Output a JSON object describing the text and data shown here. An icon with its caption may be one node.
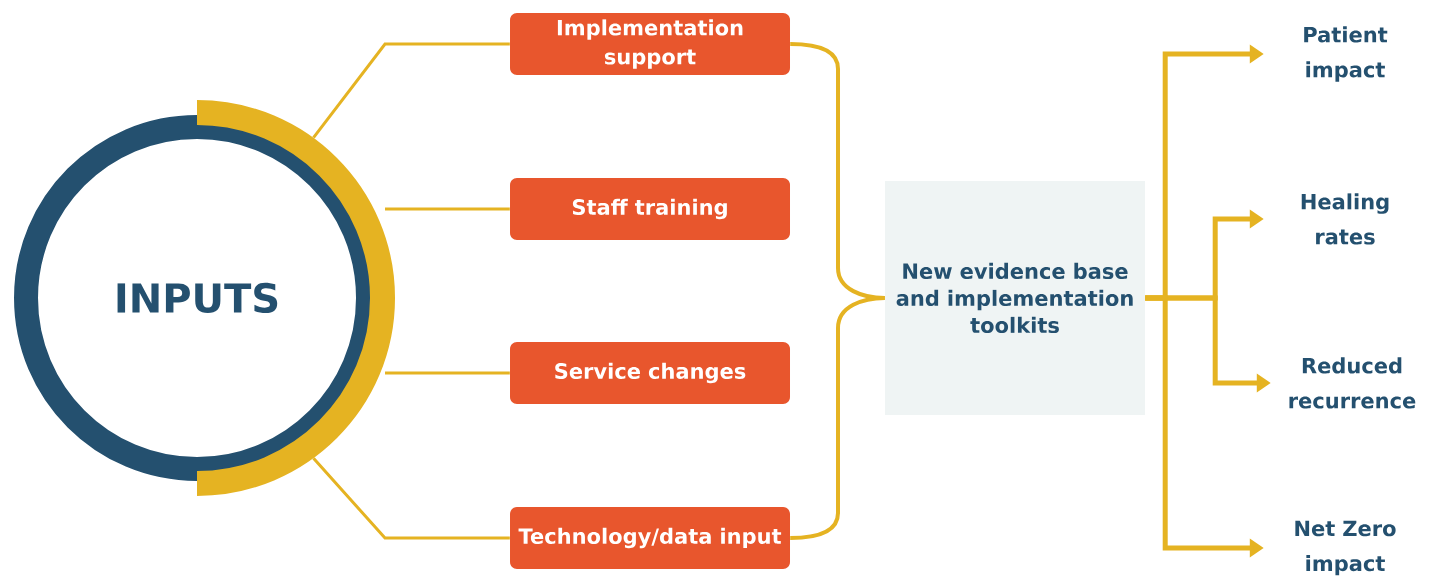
{
  "diagram": {
    "nodes": [
      {
        "text": [
          "INPUTS"
        ]
      },
      {
        "text": [
          "Implementation support"
        ]
      },
      {
        "text": [
          "Staff training"
        ]
      },
      {
        "text": [
          "Service changes"
        ]
      },
      {
        "text": [
          "Technology/data input"
        ]
      },
      {
        "text": [
          "New evidence base and implementation toolkits"
        ]
      },
      {
        "text": [
          "Patient impact"
        ]
      },
      {
        "text": [
          "Healing rates"
        ]
      },
      {
        "text": [
          "Reduced recurrence"
        ]
      },
      {
        "text": [
          "Net Zero impact"
        ]
      }
    ],
    "edges": [
      {
        "from": 0,
        "to": 1,
        "arrow": "none"
      },
      {
        "from": 0,
        "to": 2,
        "arrow": "none"
      },
      {
        "from": 0,
        "to": 3,
        "arrow": "none"
      },
      {
        "from": 0,
        "to": 4,
        "arrow": "none"
      },
      {
        "from": 1,
        "to": 5,
        "arrow": "none"
      },
      {
        "from": 4,
        "to": 5,
        "arrow": "none"
      },
      {
        "from": 5,
        "to": 6,
        "arrow": "to"
      },
      {
        "from": 5,
        "to": 7,
        "arrow": "to"
      },
      {
        "from": 5,
        "to": 8,
        "arrow": "to"
      },
      {
        "from": 5,
        "to": 9,
        "arrow": "to"
      }
    ]
  }
}
